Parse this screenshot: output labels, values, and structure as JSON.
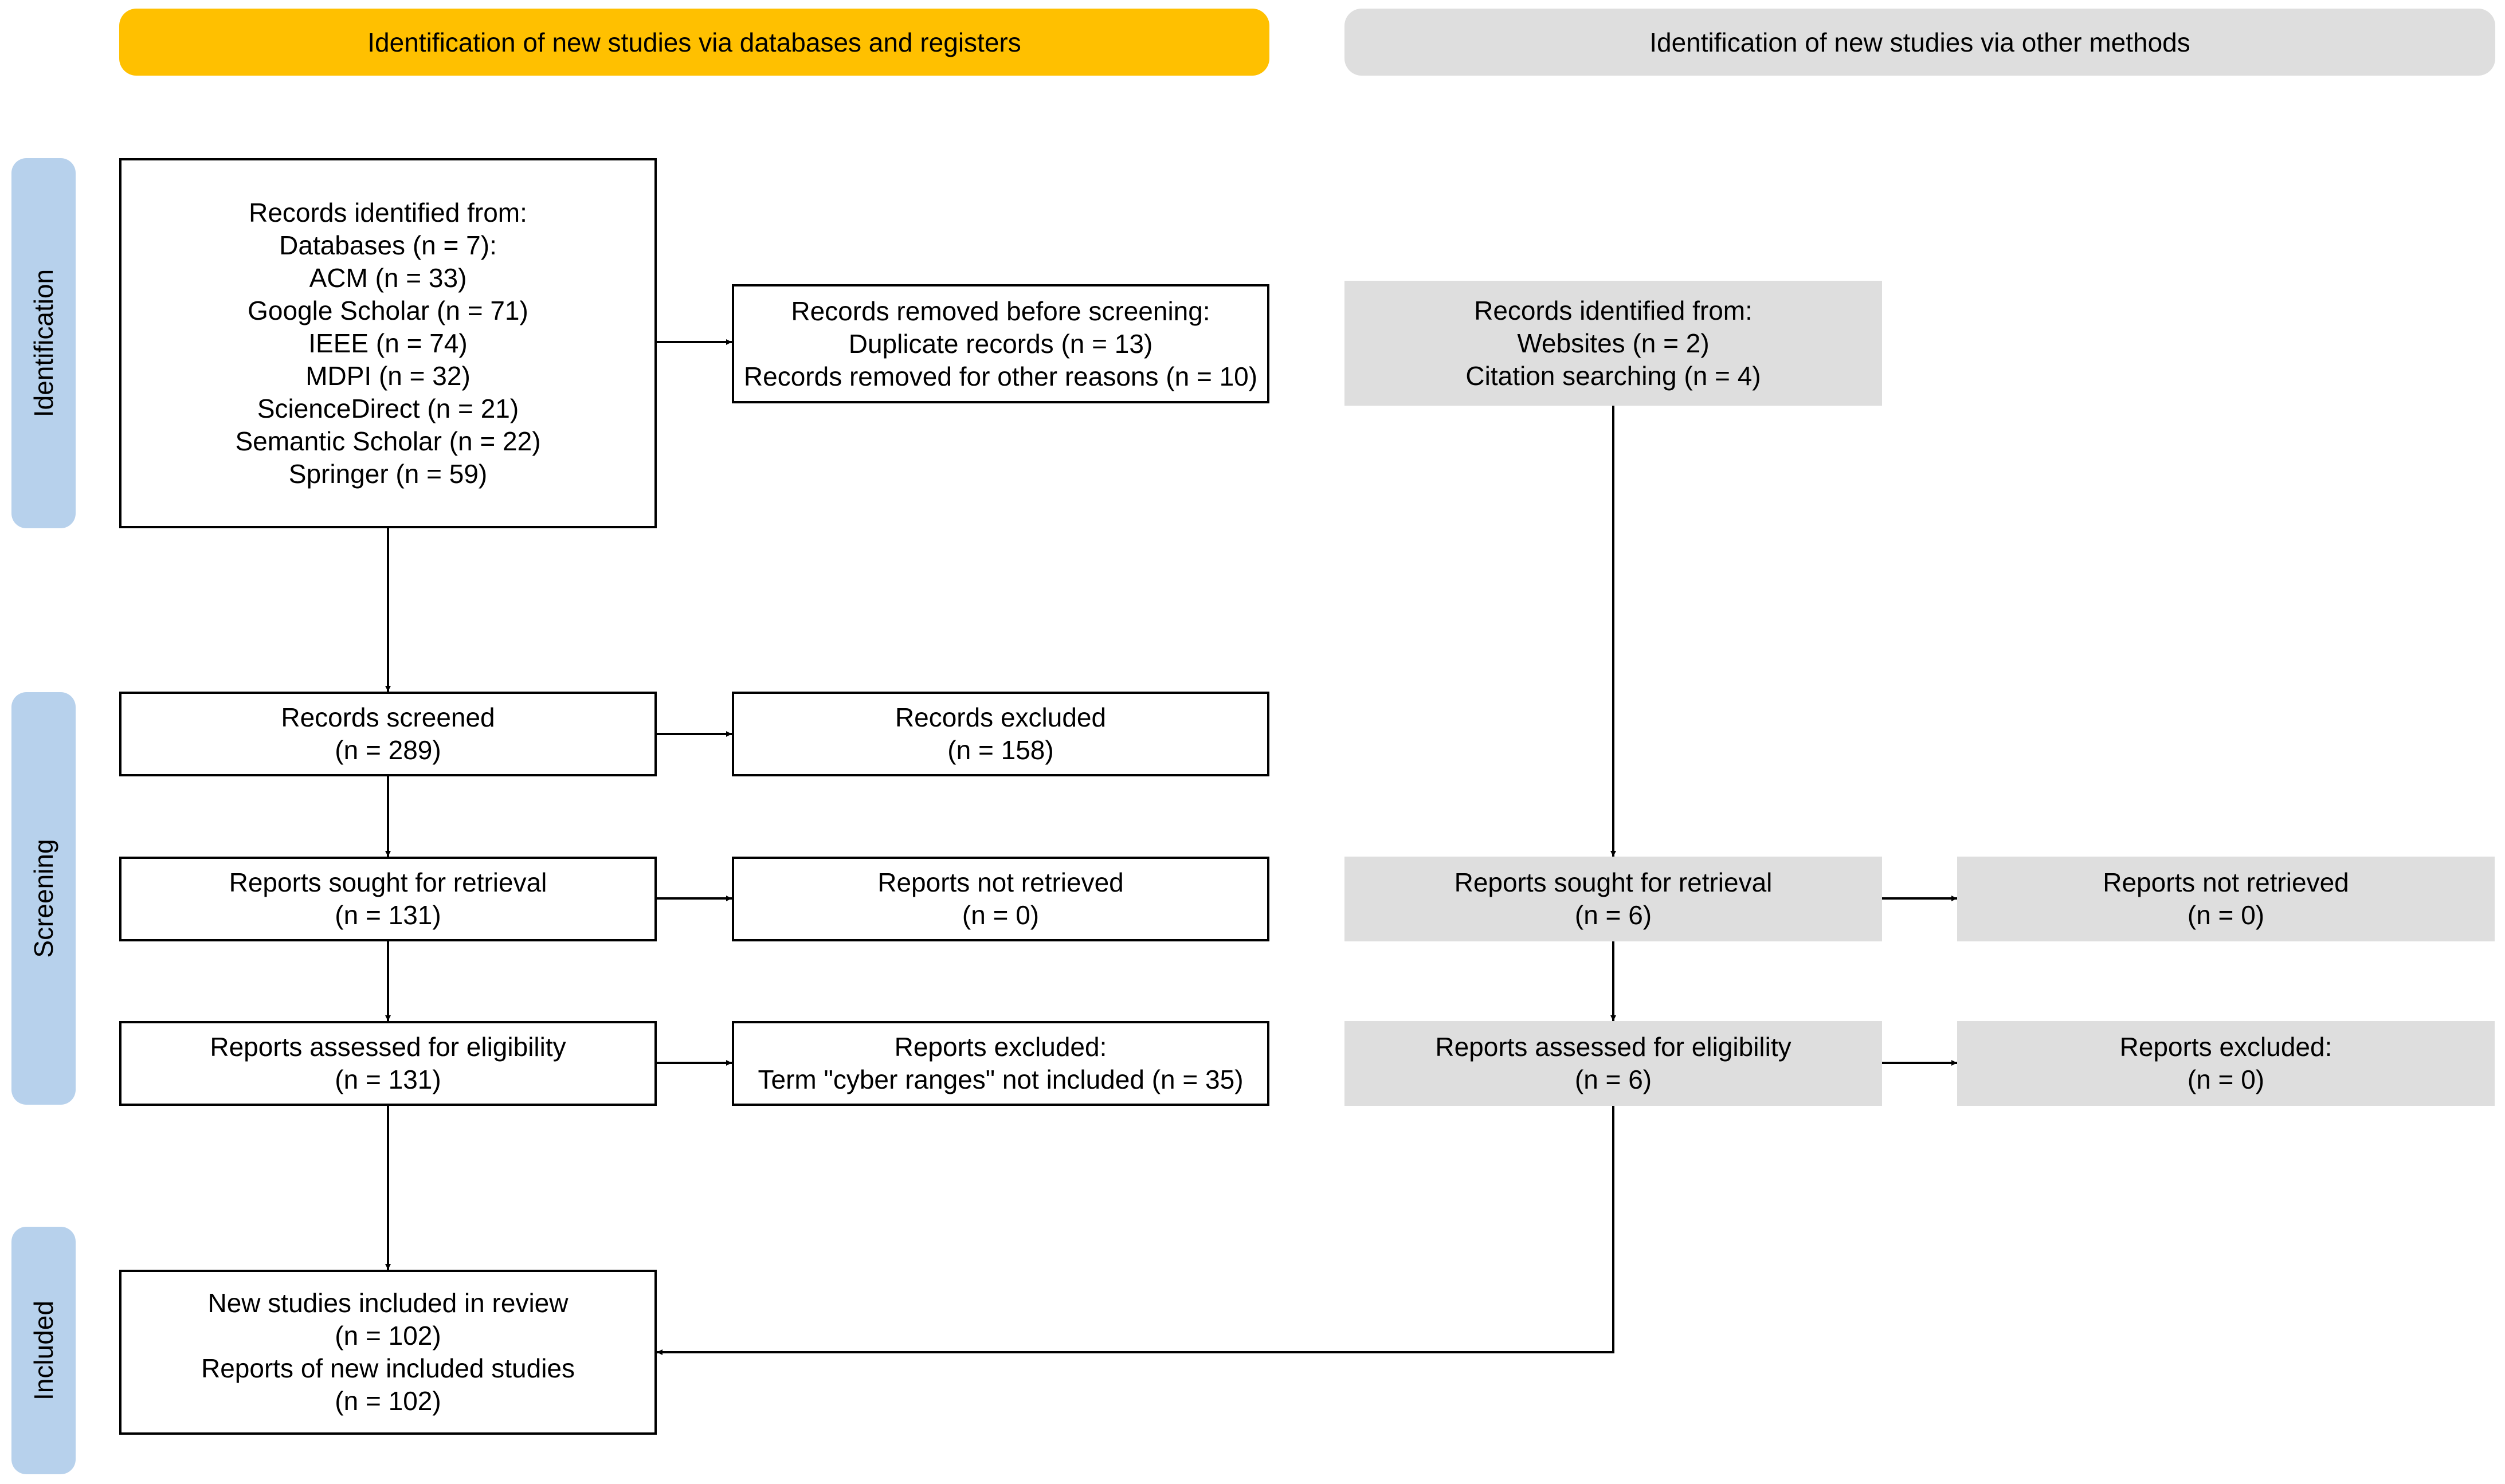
{
  "headers": {
    "databases": "Identification of new studies via databases and registers",
    "other": "Identification of new studies via other methods"
  },
  "phases": {
    "identification": "Identification",
    "screening": "Screening",
    "included": "Included"
  },
  "records_identified": {
    "lines": [
      "Records identified from:",
      "Databases (n = 7):",
      "ACM (n = 33)",
      "Google Scholar (n = 71)",
      "IEEE (n = 74)",
      "MDPI (n = 32)",
      "ScienceDirect (n = 21)",
      "Semantic Scholar (n = 22)",
      "Springer (n = 59)"
    ]
  },
  "records_removed": {
    "lines": [
      "Records removed before screening:",
      "Duplicate records (n = 13)",
      "Records removed for other reasons (n = 10)"
    ]
  },
  "other_identified": {
    "lines": [
      "Records identified from:",
      "Websites (n = 2)",
      "Citation searching (n = 4)"
    ]
  },
  "records_screened": {
    "lines": [
      "Records screened",
      "(n = 289)"
    ]
  },
  "records_excluded": {
    "lines": [
      "Records excluded",
      "(n = 158)"
    ]
  },
  "reports_sought": {
    "lines": [
      "Reports sought for retrieval",
      "(n = 131)"
    ]
  },
  "reports_not_retrieved": {
    "lines": [
      "Reports not retrieved",
      "(n = 0)"
    ]
  },
  "other_reports_sought": {
    "lines": [
      "Reports sought for retrieval",
      "(n = 6)"
    ]
  },
  "other_reports_not_retrieved": {
    "lines": [
      "Reports not retrieved",
      "(n = 0)"
    ]
  },
  "reports_assessed": {
    "lines": [
      "Reports assessed for eligibility",
      "(n = 131)"
    ]
  },
  "reports_excluded": {
    "lines": [
      "Reports excluded:",
      "Term \"cyber ranges\" not included (n = 35)"
    ]
  },
  "other_reports_assessed": {
    "lines": [
      "Reports assessed for eligibility",
      "(n = 6)"
    ]
  },
  "other_reports_excluded": {
    "lines": [
      "Reports excluded:",
      "(n = 0)"
    ]
  },
  "studies_included": {
    "lines": [
      "New studies included in review",
      "(n = 102)",
      "Reports of new included studies",
      "(n = 102)"
    ]
  },
  "colors": {
    "databases_header": "#ffc000",
    "other_header": "#dedede",
    "phase_label_bg": "#b7d1ec",
    "other_box_bg": "#dedede",
    "line": "#000000"
  }
}
